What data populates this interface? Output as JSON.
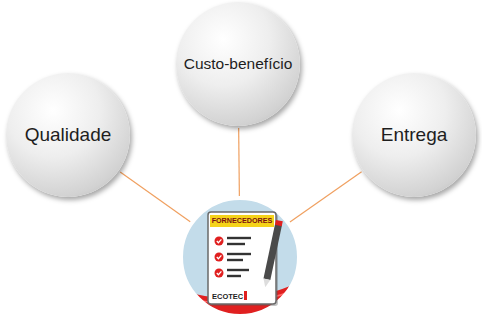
{
  "diagram": {
    "nodes": [
      {
        "text": [
          "Custo-benefício"
        ]
      },
      {
        "text": [
          "Qualidade"
        ]
      },
      {
        "text": [
          "Entrega"
        ]
      },
      {
        "text": [
          "FORNECEDORES",
          "ECOTEC"
        ]
      }
    ],
    "edges": [
      {
        "from": 3,
        "to": 0,
        "arrow": "none"
      },
      {
        "from": 3,
        "to": 1,
        "arrow": "none"
      },
      {
        "from": 3,
        "to": 2,
        "arrow": "none"
      }
    ]
  }
}
